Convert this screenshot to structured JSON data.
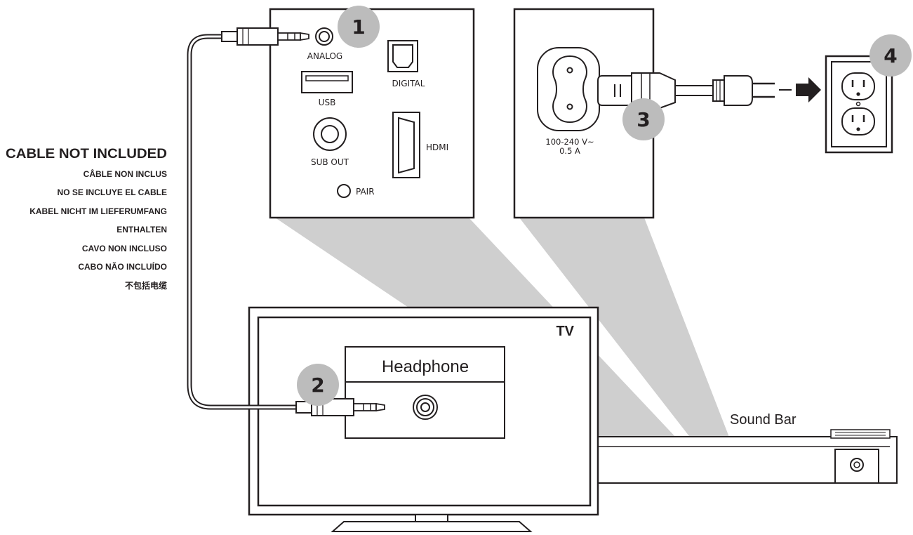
{
  "cable_note": {
    "heading": "CABLE NOT INCLUDED",
    "translations": [
      "CÂBLE NON INCLUS",
      "NO SE INCLUYE EL CABLE",
      "KABEL NICHT IM LIEFERUMFANG",
      "ENTHALTEN",
      "CAVO NON INCLUSO",
      "CABO NÃO INCLUÍDO",
      "不包括电缆"
    ]
  },
  "input_panel": {
    "analog": "ANALOG",
    "digital": "DIGITAL",
    "usb": "USB",
    "sub_out": "SUB OUT",
    "hdmi": "HDMI",
    "pair": "PAIR"
  },
  "power_panel": {
    "voltage": "100-240 V~",
    "current": "0.5 A"
  },
  "tv": {
    "label": "TV",
    "port_label": "Headphone"
  },
  "soundbar": {
    "label": "Sound Bar"
  },
  "steps": [
    "1",
    "2",
    "3",
    "4"
  ],
  "colors": {
    "line": "#231f20",
    "badge": "#bcbcbc",
    "beam": "#cfcfcf"
  }
}
